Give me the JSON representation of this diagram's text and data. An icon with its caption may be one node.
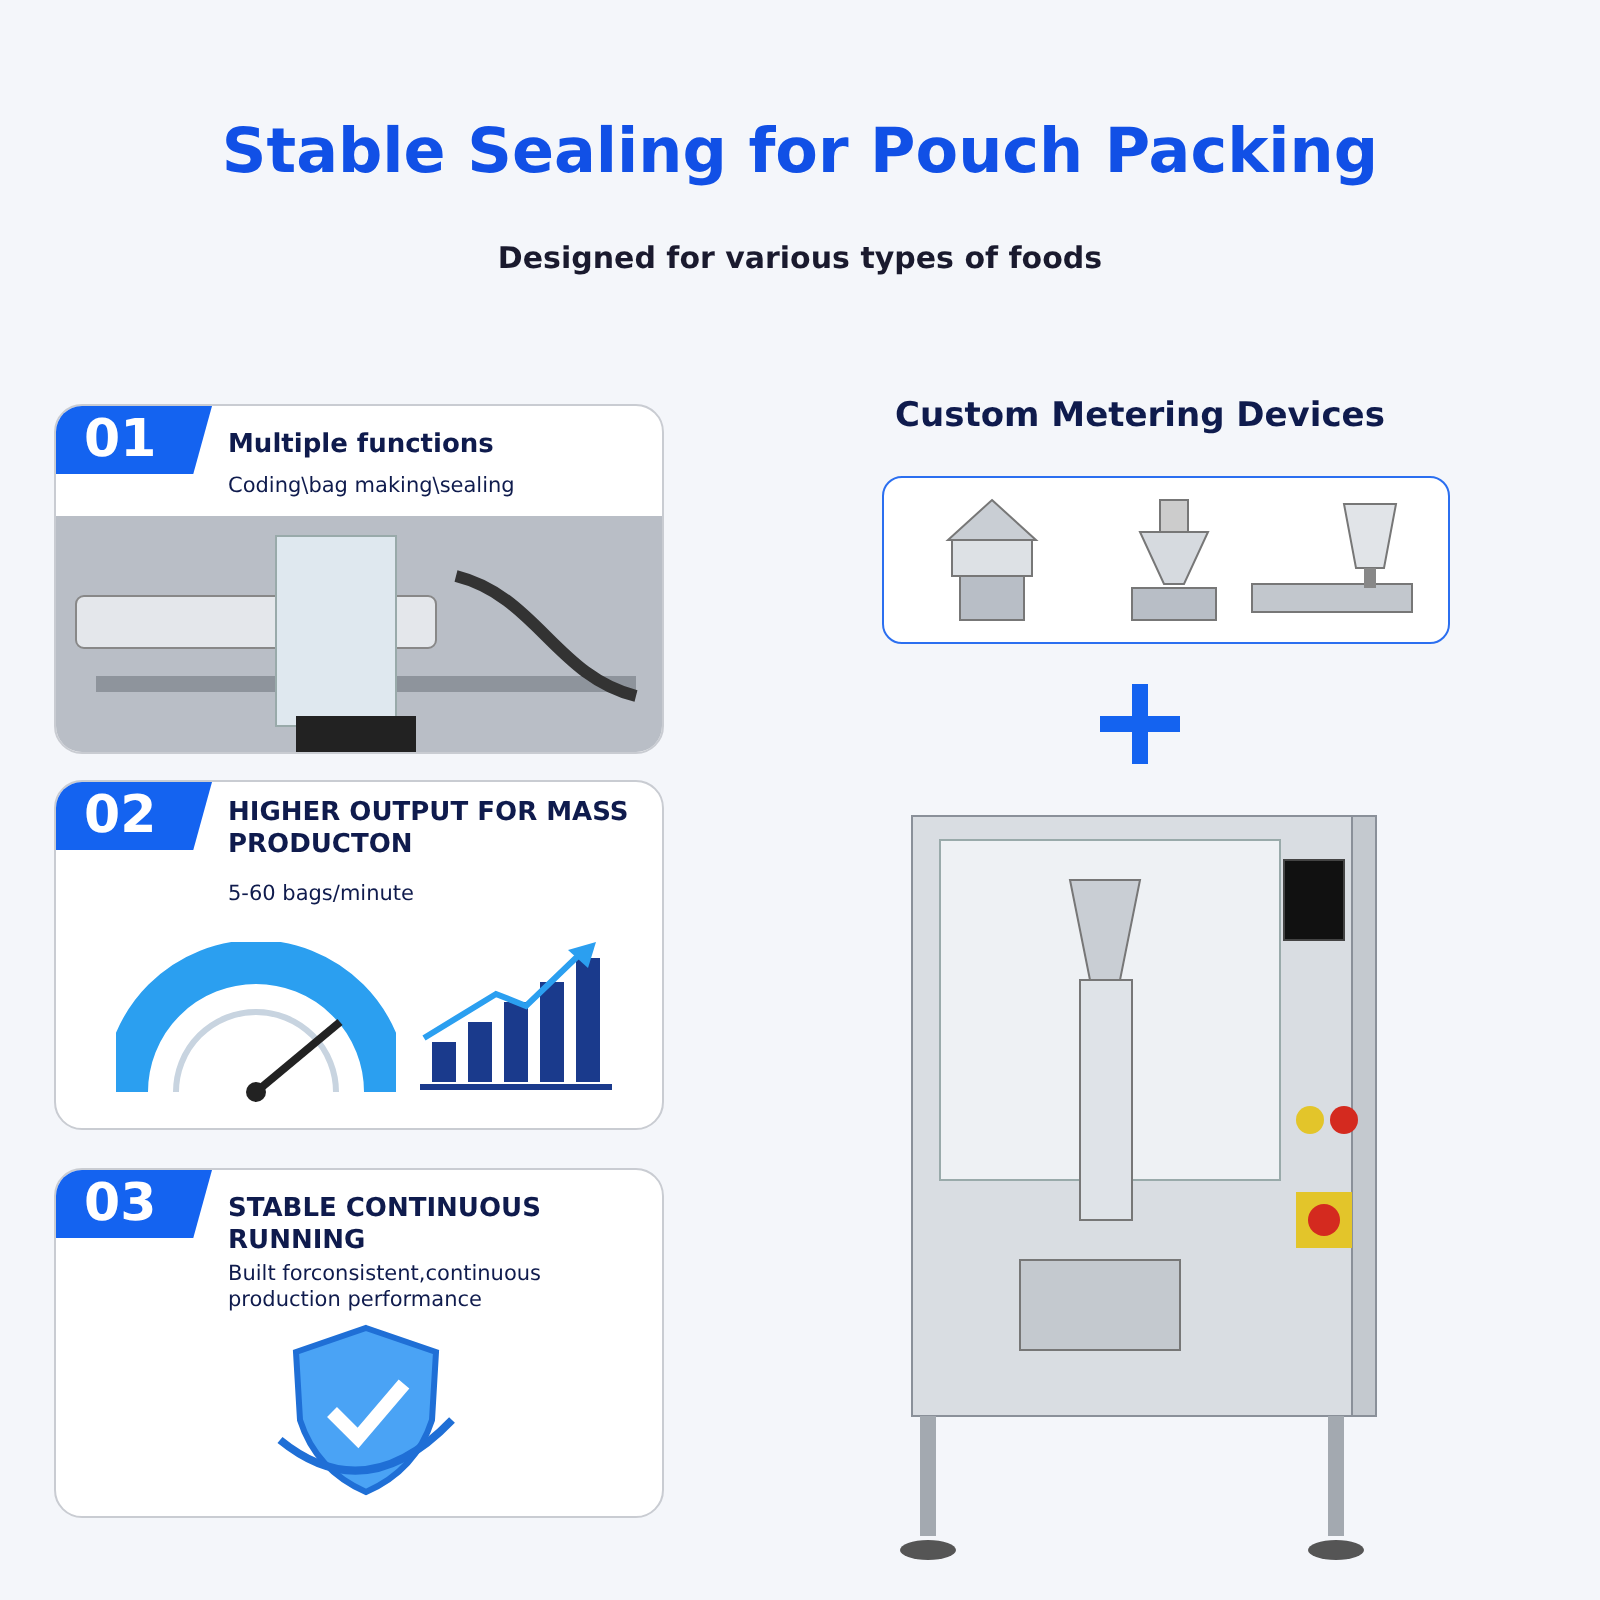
{
  "diagram": {
    "title": "Stable Sealing for Pouch Packing",
    "nodes": [
      {
        "text": [
          "01",
          "Multiple functions",
          "Coding\\bag making\\sealing"
        ]
      },
      {
        "text": [
          "02",
          "HIGHER OUTPUT FOR MASS PRODUCTON",
          "5-60 bags/minute"
        ]
      },
      {
        "text": [
          "03",
          "STABLE CONTINUOUS RUNNING",
          "Built forconsistent,continuous production performance"
        ]
      },
      {
        "text": [
          "Custom Metering Devices"
        ]
      }
    ],
    "labels": [
      "Designed for various types of foods"
    ]
  }
}
